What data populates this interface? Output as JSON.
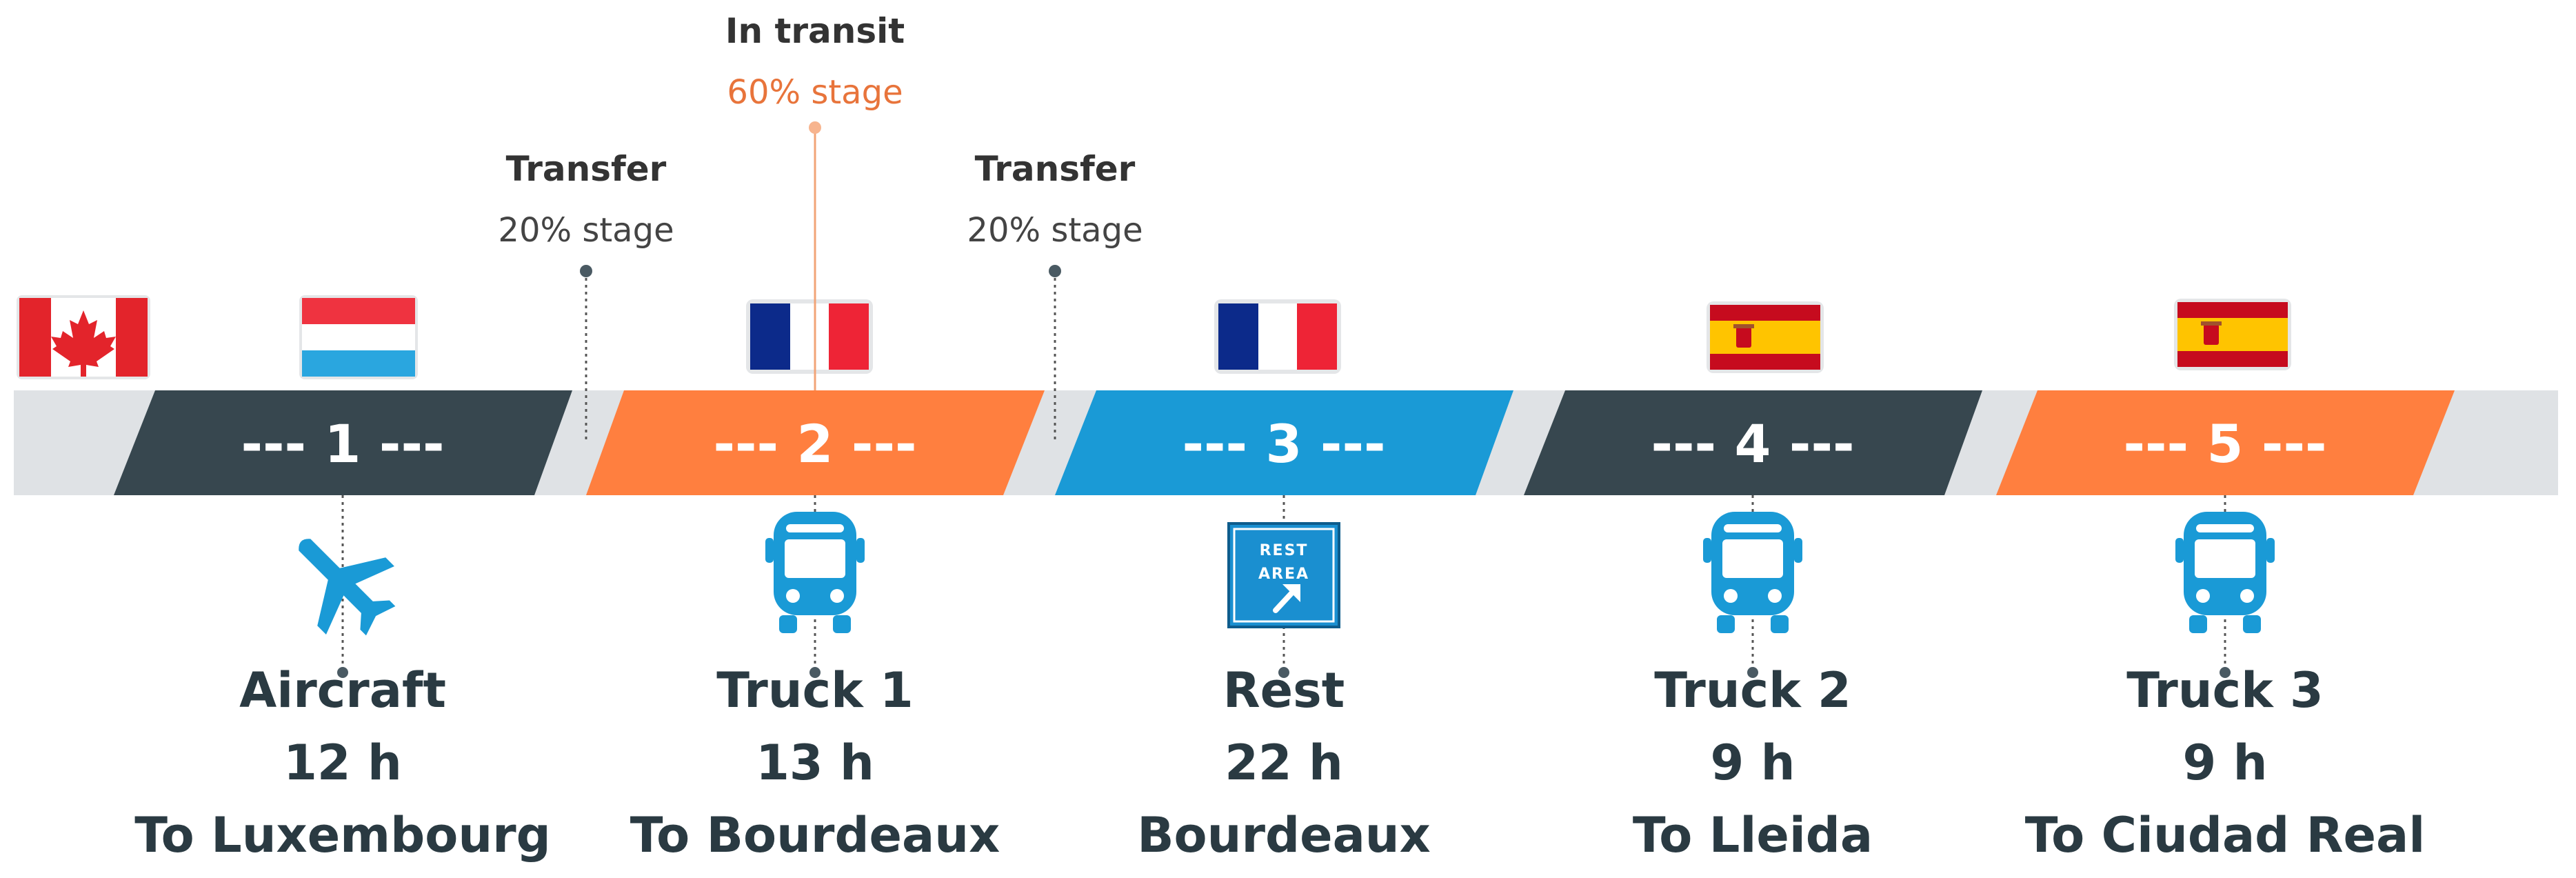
{
  "colors": {
    "dark": "#37474f",
    "orange": "#ff7f3f",
    "blue": "#1a9ad6",
    "track": "#dfe2e5",
    "grey_text": "#444444",
    "accent_text": "#e8743b",
    "icon_blue": "#1a9ad6"
  },
  "segments": [
    {
      "number": "--- 1 ---",
      "color": "dark"
    },
    {
      "number": "--- 2 ---",
      "color": "orange"
    },
    {
      "number": "--- 3 ---",
      "color": "blue"
    },
    {
      "number": "--- 4 ---",
      "color": "dark"
    },
    {
      "number": "--- 5 ---",
      "color": "orange"
    }
  ],
  "flags": [
    "canada",
    "luxembourg",
    "france",
    "france",
    "spain",
    "spain"
  ],
  "stages": [
    {
      "title": "Transfer",
      "sub": "20% stage",
      "accent": false
    },
    {
      "title": "In transit",
      "sub": "60% stage",
      "accent": true
    },
    {
      "title": "Transfer",
      "sub": "20% stage",
      "accent": false
    }
  ],
  "steps": [
    {
      "icon": "airplane-icon",
      "line1": "Aircraft",
      "line2": "12 h",
      "line3": "To Luxembourg"
    },
    {
      "icon": "bus-icon",
      "line1": "Truck 1",
      "line2": "13 h",
      "line3": "To Bourdeaux"
    },
    {
      "icon": "rest-area-sign-icon",
      "line1": "Rest",
      "line2": "22 h",
      "line3": "Bourdeaux"
    },
    {
      "icon": "bus-icon",
      "line1": "Truck 2",
      "line2": "9 h",
      "line3": "To Lleida"
    },
    {
      "icon": "bus-icon",
      "line1": "Truck 3",
      "line2": "9 h",
      "line3": "To Ciudad Real"
    }
  ],
  "rest_sign": {
    "line1": "REST",
    "line2": "AREA"
  }
}
